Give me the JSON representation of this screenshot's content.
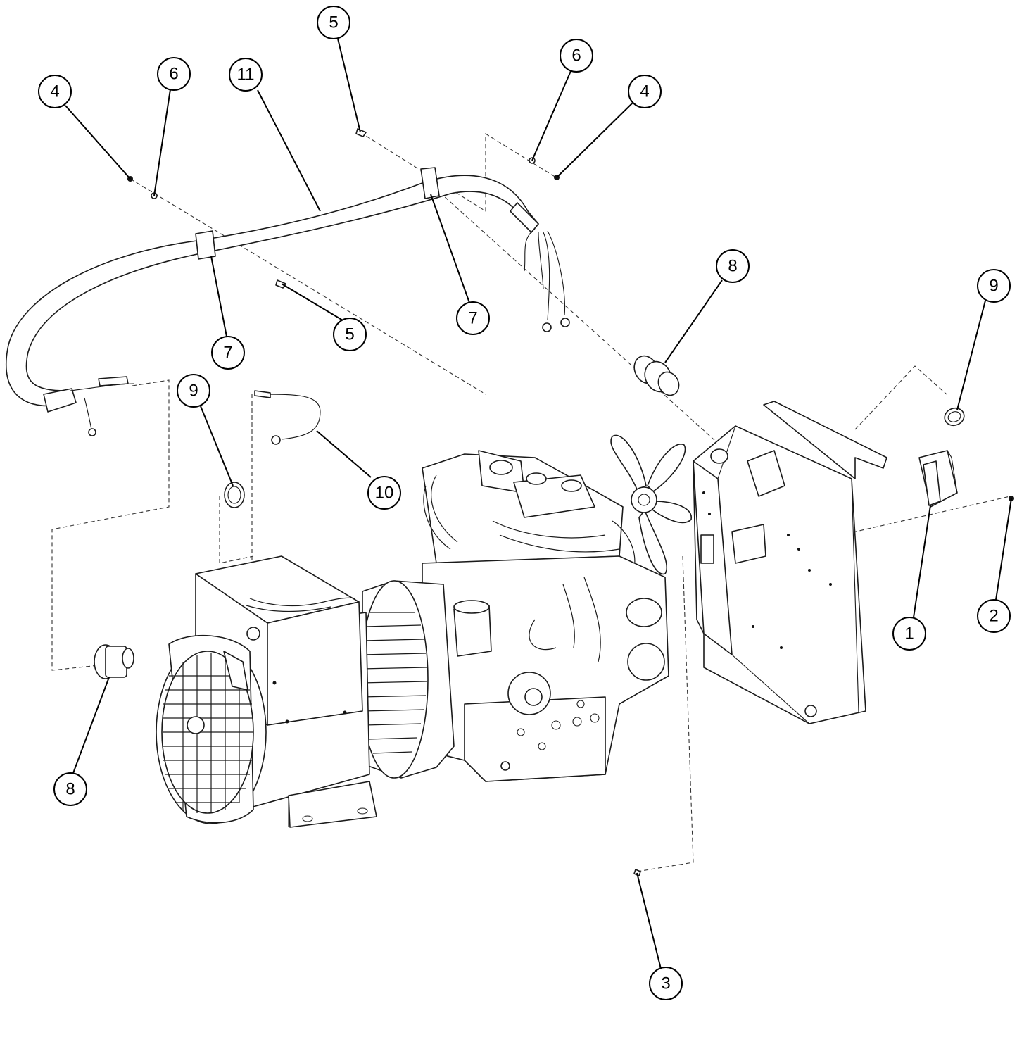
{
  "callouts": {
    "c1": "1",
    "c2": "2",
    "c3": "3",
    "c4a": "4",
    "c4b": "4",
    "c5a": "5",
    "c5b": "5",
    "c6a": "6",
    "c6b": "6",
    "c7a": "7",
    "c7b": "7",
    "c8a": "8",
    "c8b": "8",
    "c9a": "9",
    "c9b": "9",
    "c10": "10",
    "c11": "11"
  },
  "colors": {
    "line": "#1a1a1a",
    "background": "#ffffff"
  }
}
